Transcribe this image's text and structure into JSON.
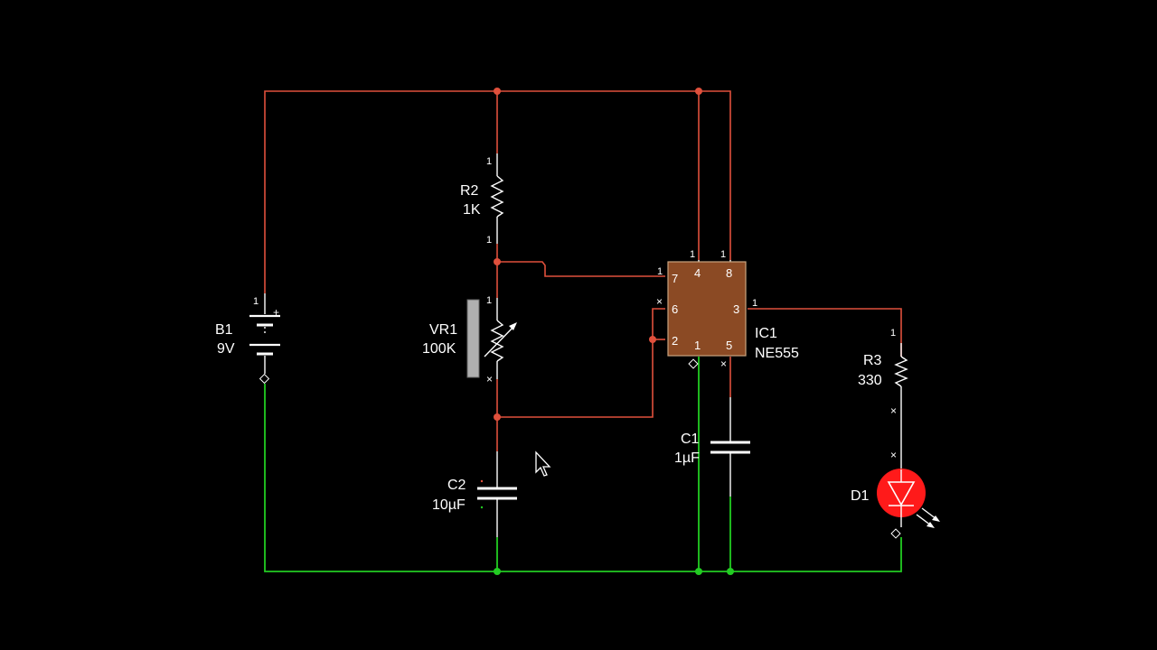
{
  "colors": {
    "background": "#000000",
    "positive_rail": "#e0503c",
    "ground_rail": "#22cc22",
    "ic_body": "#8b4a24",
    "led_on": "#ff1a1a",
    "pot_slider": "#b0b0b0"
  },
  "components": {
    "b1": {
      "ref": "B1",
      "value": "9V",
      "plus": "+"
    },
    "r2": {
      "ref": "R2",
      "value": "1K"
    },
    "vr1": {
      "ref": "VR1",
      "value": "100K"
    },
    "c2": {
      "ref": "C2",
      "value": "10µF"
    },
    "ic1": {
      "ref": "IC1",
      "value": "NE555",
      "pins": {
        "p4": "4",
        "p8": "8",
        "p7": "7",
        "p6": "6",
        "p3": "3",
        "p2": "2",
        "p1": "1",
        "p5": "5"
      }
    },
    "c1": {
      "ref": "C1",
      "value": "1µF"
    },
    "r3": {
      "ref": "R3",
      "value": "330"
    },
    "d1": {
      "ref": "D1"
    }
  },
  "pin_marks": {
    "one": "1",
    "unconnected": "×",
    "open": "◇"
  }
}
